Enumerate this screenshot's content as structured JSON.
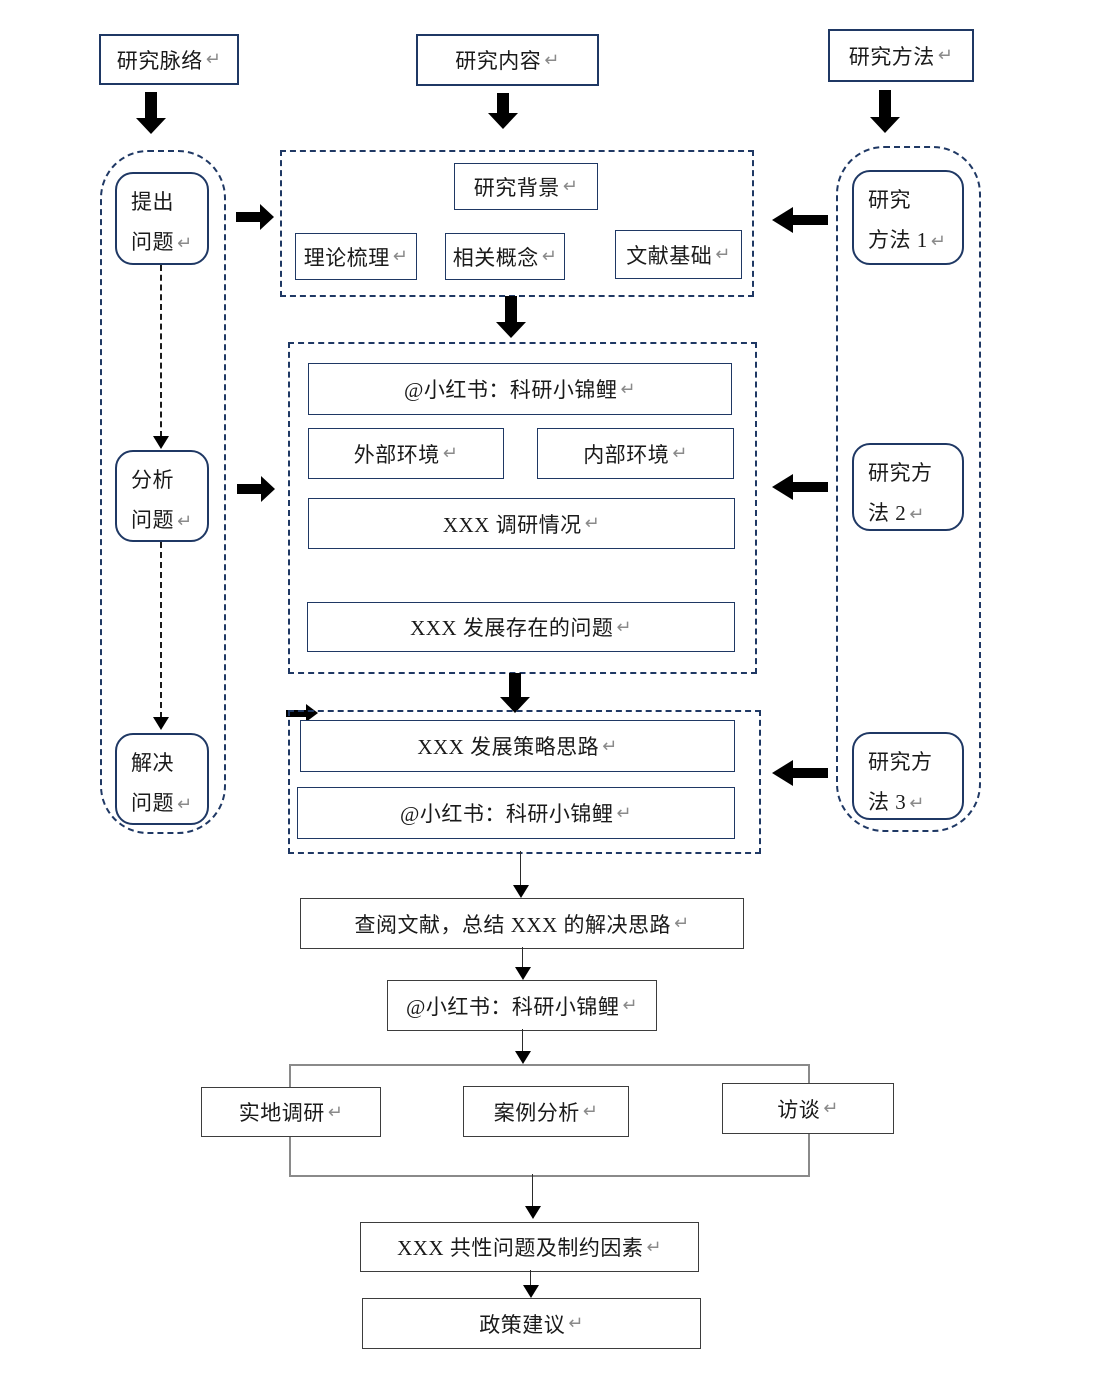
{
  "symbols": {
    "return_mark": "↵"
  },
  "colors": {
    "navy_border": "#1f3864",
    "dark_border": "#3d3d3d",
    "group_border": "#8a8a8a",
    "arrow": "#000000",
    "return_mark": "#8a8a8a"
  },
  "top_row": {
    "thread": "研究脉络",
    "content": "研究内容",
    "method": "研究方法"
  },
  "left_rail": {
    "steps": [
      {
        "label": "提出\n问题"
      },
      {
        "label": "分析\n问题"
      },
      {
        "label": "解决\n问题"
      }
    ]
  },
  "right_rail": {
    "methods": [
      {
        "label": "研究\n方法 1"
      },
      {
        "label": "研究方\n法 2"
      },
      {
        "label": "研究方\n法 3"
      }
    ]
  },
  "stage1": {
    "background": "研究背景",
    "theory": "理论梳理",
    "concepts": "相关概念",
    "literature": "文献基础"
  },
  "stage2": {
    "credit": "@小红书：科研小锦鲤",
    "external": "外部环境",
    "internal": "内部环境",
    "survey": "XXX 调研情况",
    "problems": "XXX 发展存在的问题"
  },
  "stage3": {
    "strategy": "XXX 发展策略思路",
    "credit": "@小红书：科研小锦鲤"
  },
  "flow": {
    "literature_summary": "查阅文献，总结 XXX 的解决思路",
    "credit": "@小红书：科研小锦鲤",
    "field": "实地调研",
    "case": "案例分析",
    "interview": "访谈",
    "common": "XXX 共性问题及制约因素",
    "policy": "政策建议"
  }
}
